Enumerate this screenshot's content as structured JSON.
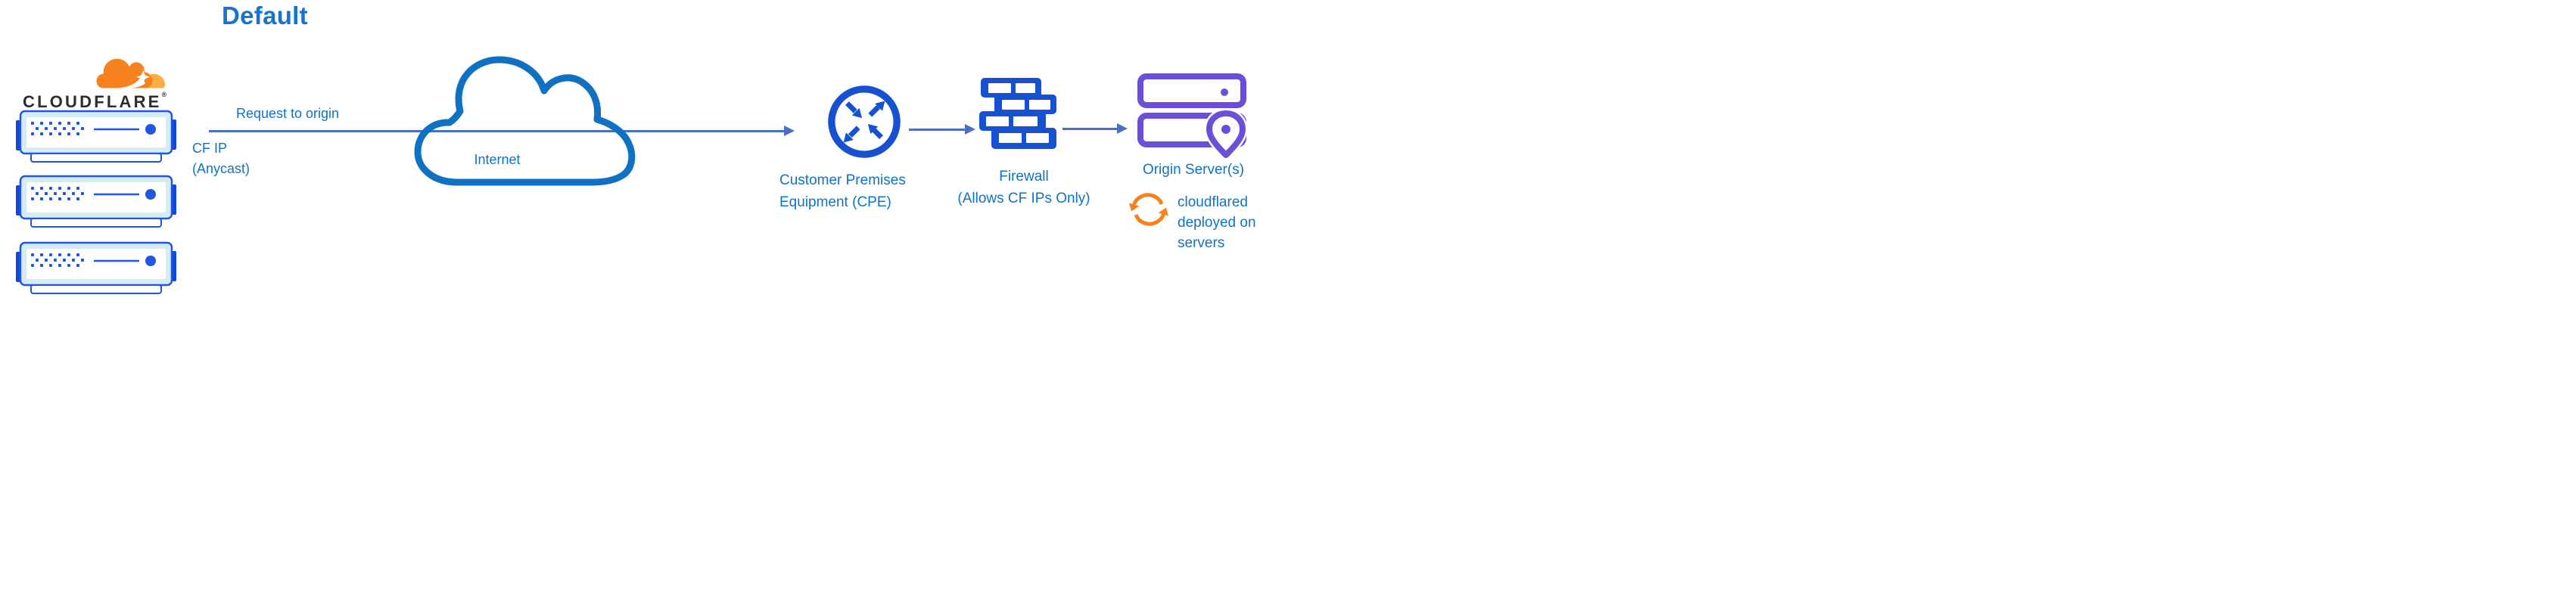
{
  "title": "Default",
  "brand": {
    "wordmark": "CLOUDFLARE",
    "registered": "®"
  },
  "edge": {
    "request_label": "Request to origin",
    "ip_label": [
      "CF IP",
      "(Anycast)"
    ]
  },
  "internet": {
    "label": "Internet"
  },
  "cpe": {
    "label": [
      "Customer Premises",
      "Equipment (CPE)"
    ]
  },
  "firewall": {
    "label": [
      "Firewall",
      "(Allows CF IPs Only)"
    ]
  },
  "origin": {
    "label": "Origin Server(s)",
    "note": [
      "cloudflared",
      "deployed on",
      "servers"
    ]
  },
  "colors": {
    "title_blue": "#1673CF",
    "label_blue": "#0F73C5",
    "icon_blue": "#1551D0",
    "server_stroke": "#2157E0",
    "server_tab": "#1347D8",
    "server_fill": "#D5ECF5",
    "arrow_blue": "#4B70C3",
    "cloud_blue": "#1071C2",
    "purple": "#6B4FD9",
    "orange": "#F6821F",
    "orange_light": "#FBAD41",
    "wordmark_dark": "#2D2D2D"
  }
}
